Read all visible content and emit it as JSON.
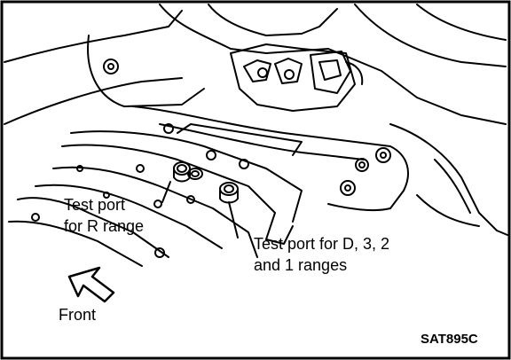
{
  "labels": {
    "r_port_line1": "Test port",
    "r_port_line2": "for R range",
    "d_port_line1": "Test port for D, 3, 2",
    "d_port_line2": "and 1 ranges",
    "front": "Front",
    "figure_code": "SAT895C"
  }
}
